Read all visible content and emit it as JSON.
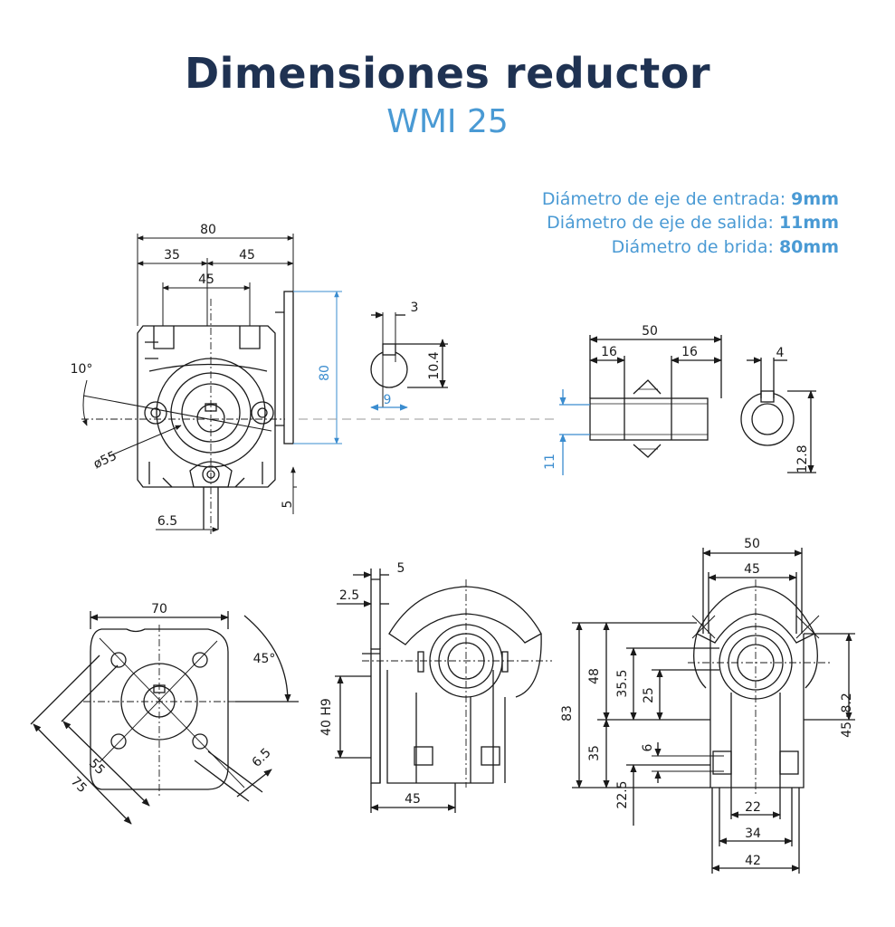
{
  "header": {
    "title": "Dimensiones reductor",
    "model": "WMI 25"
  },
  "specs": [
    {
      "label": "Diámetro de eje de entrada: ",
      "value": "9mm"
    },
    {
      "label": "Diámetro de eje de salida: ",
      "value": "11mm"
    },
    {
      "label": "Diámetro de brida: ",
      "value": "80mm"
    }
  ],
  "front_view": {
    "overall_width": "80",
    "left_part": "35",
    "right_part": "45",
    "bolt_spacing": "45",
    "angle": "10°",
    "circle_dia": "ø55",
    "base_offset": "6.5",
    "base_height": "5",
    "flange_height": "80"
  },
  "input_shaft": {
    "key_width": "3",
    "key_height": "10.4",
    "shaft_dia": "9"
  },
  "output_shaft": {
    "length": "50",
    "left_key": "16",
    "right_key": "16",
    "bore": "11"
  },
  "hollow_shaft": {
    "key_width": "4",
    "key_height": "12.8"
  },
  "flange_view": {
    "width": "70",
    "angle": "45°",
    "inner_diag": "55",
    "outer_diag": "75",
    "hole": "6.5"
  },
  "side_view": {
    "offset_a": "5",
    "offset_b": "2.5",
    "pilot": "40 H9",
    "depth": "45"
  },
  "end_view": {
    "top_width": "50",
    "inner_width": "45",
    "total_height": "83",
    "upper_height": "48",
    "center_height": "35.5",
    "bore_height": "25",
    "lower_height": "35",
    "foot_height": "22.5",
    "slot": "6",
    "right_height": "45 -8.2",
    "foot_inner": "22",
    "foot_mid": "34",
    "foot_outer": "42"
  }
}
